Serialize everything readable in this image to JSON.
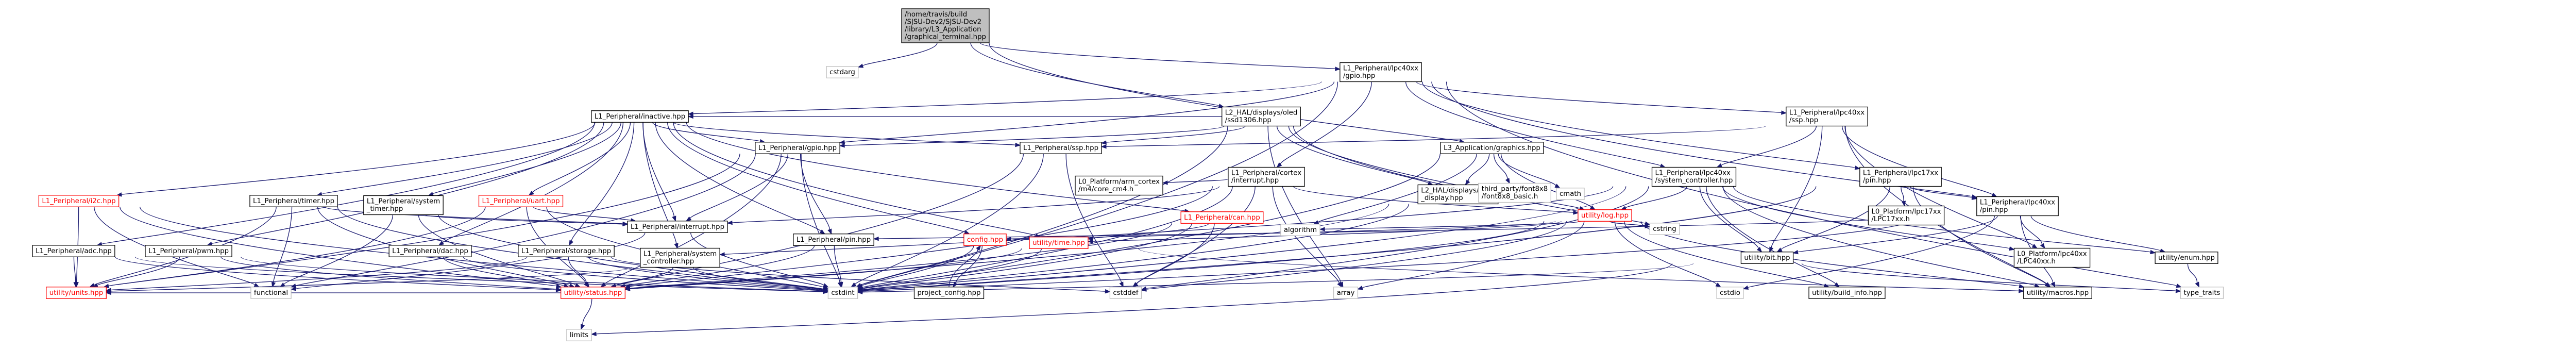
{
  "graph": {
    "root": "graphical_terminal",
    "nodes": [
      {
        "id": "graphical_terminal",
        "kind": "root",
        "lines": [
          "/home/travis/build",
          "/SJSU-Dev2/SJSU-Dev2",
          "/library/L3_Application",
          "/graphical_terminal.hpp"
        ]
      },
      {
        "id": "cstdarg",
        "kind": "plain",
        "lines": [
          "cstdarg"
        ]
      },
      {
        "id": "lpc40xx_gpio",
        "kind": "linked",
        "lines": [
          "L1_Peripheral/lpc40xx",
          "/gpio.hpp"
        ]
      },
      {
        "id": "ssd1306",
        "kind": "linked",
        "lines": [
          "L2_HAL/displays/oled",
          "/ssd1306.hpp"
        ]
      },
      {
        "id": "graphics",
        "kind": "linked",
        "lines": [
          "L3_Application/graphics.hpp"
        ]
      },
      {
        "id": "inactive",
        "kind": "linked",
        "lines": [
          "L1_Peripheral/inactive.hpp"
        ]
      },
      {
        "id": "lpc40xx_ssp",
        "kind": "linked",
        "lines": [
          "L1_Peripheral/lpc40xx",
          "/ssp.hpp"
        ]
      },
      {
        "id": "cortex_interrupt",
        "kind": "linked",
        "lines": [
          "L1_Peripheral/cortex",
          "/interrupt.hpp"
        ]
      },
      {
        "id": "lpc40xx_system_controller",
        "kind": "linked",
        "lines": [
          "L1_Peripheral/lpc40xx",
          "/system_controller.hpp"
        ]
      },
      {
        "id": "lpc17xx_pin",
        "kind": "linked",
        "lines": [
          "L1_Peripheral/lpc17xx",
          "/pin.hpp"
        ]
      },
      {
        "id": "gpio",
        "kind": "linked",
        "lines": [
          "L1_Peripheral/gpio.hpp"
        ]
      },
      {
        "id": "ssp",
        "kind": "linked",
        "lines": [
          "L1_Peripheral/ssp.hpp"
        ]
      },
      {
        "id": "arm_cortex",
        "kind": "linked",
        "lines": [
          "L0_Platform/arm_cortex",
          "/m4/core_cm4.h"
        ]
      },
      {
        "id": "can",
        "kind": "red",
        "lines": [
          "L1_Peripheral/can.hpp"
        ]
      },
      {
        "id": "pixel_display",
        "kind": "linked",
        "lines": [
          "L2_HAL/displays/pixel",
          "_display.hpp"
        ]
      },
      {
        "id": "font8x8",
        "kind": "plain",
        "lines": [
          "third_party/font8x8",
          "/font8x8_basic.h"
        ]
      },
      {
        "id": "cmath",
        "kind": "plain",
        "lines": [
          "cmath"
        ]
      },
      {
        "id": "log",
        "kind": "red",
        "lines": [
          "utility/log.hpp"
        ]
      },
      {
        "id": "lpc17xx_h",
        "kind": "linked",
        "lines": [
          "L0_Platform/lpc17xx",
          "/LPC17xx.h"
        ]
      },
      {
        "id": "lpc40xx_pin",
        "kind": "linked",
        "lines": [
          "L1_Peripheral/lpc40xx",
          "/pin.hpp"
        ]
      },
      {
        "id": "adc",
        "kind": "linked",
        "lines": [
          "L1_Peripheral/adc.hpp"
        ]
      },
      {
        "id": "pwm",
        "kind": "linked",
        "lines": [
          "L1_Peripheral/pwm.hpp"
        ]
      },
      {
        "id": "i2c",
        "kind": "red",
        "lines": [
          "L1_Peripheral/i2c.hpp"
        ]
      },
      {
        "id": "timer",
        "kind": "linked",
        "lines": [
          "L1_Peripheral/timer.hpp"
        ]
      },
      {
        "id": "system_timer",
        "kind": "linked",
        "lines": [
          "L1_Peripheral/system",
          "_timer.hpp"
        ]
      },
      {
        "id": "uart",
        "kind": "red",
        "lines": [
          "L1_Peripheral/uart.hpp"
        ]
      },
      {
        "id": "dac",
        "kind": "linked",
        "lines": [
          "L1_Peripheral/dac.hpp"
        ]
      },
      {
        "id": "storage",
        "kind": "linked",
        "lines": [
          "L1_Peripheral/storage.hpp"
        ]
      },
      {
        "id": "system_controller",
        "kind": "linked",
        "lines": [
          "L1_Peripheral/system",
          "_controller.hpp"
        ]
      },
      {
        "id": "interrupt",
        "kind": "linked",
        "lines": [
          "L1_Peripheral/interrupt.hpp"
        ]
      },
      {
        "id": "pin",
        "kind": "linked",
        "lines": [
          "L1_Peripheral/pin.hpp"
        ]
      },
      {
        "id": "config",
        "kind": "red",
        "lines": [
          "config.hpp"
        ]
      },
      {
        "id": "time",
        "kind": "red",
        "lines": [
          "utility/time.hpp"
        ]
      },
      {
        "id": "algorithm",
        "kind": "plain",
        "lines": [
          "algorithm"
        ]
      },
      {
        "id": "cstring",
        "kind": "plain",
        "lines": [
          "cstring"
        ]
      },
      {
        "id": "bit",
        "kind": "linked",
        "lines": [
          "utility/bit.hpp"
        ]
      },
      {
        "id": "lpc40xx_h",
        "kind": "linked",
        "lines": [
          "L0_Platform/lpc40xx",
          "/LPC40xx.h"
        ]
      },
      {
        "id": "enum",
        "kind": "linked",
        "lines": [
          "utility/enum.hpp"
        ]
      },
      {
        "id": "units",
        "kind": "red",
        "lines": [
          "utility/units.hpp"
        ]
      },
      {
        "id": "functional",
        "kind": "plain",
        "lines": [
          "functional"
        ]
      },
      {
        "id": "status",
        "kind": "red",
        "lines": [
          "utility/status.hpp"
        ]
      },
      {
        "id": "cstdint",
        "kind": "plain",
        "lines": [
          "cstdint"
        ]
      },
      {
        "id": "cstddef",
        "kind": "plain",
        "lines": [
          "cstddef"
        ]
      },
      {
        "id": "project_config",
        "kind": "linked",
        "lines": [
          "project_config.hpp"
        ]
      },
      {
        "id": "array",
        "kind": "plain",
        "lines": [
          "array"
        ]
      },
      {
        "id": "cstdio",
        "kind": "plain",
        "lines": [
          "cstdio"
        ]
      },
      {
        "id": "build_info",
        "kind": "linked",
        "lines": [
          "utility/build_info.hpp"
        ]
      },
      {
        "id": "macros",
        "kind": "linked",
        "lines": [
          "utility/macros.hpp"
        ]
      },
      {
        "id": "type_traits",
        "kind": "plain",
        "lines": [
          "type_traits"
        ]
      },
      {
        "id": "limits",
        "kind": "plain",
        "lines": [
          "limits"
        ]
      }
    ],
    "edges": [
      [
        "graphical_terminal",
        "cstdarg"
      ],
      [
        "graphical_terminal",
        "lpc40xx_gpio"
      ],
      [
        "graphical_terminal",
        "ssd1306"
      ],
      [
        "graphical_terminal",
        "graphics"
      ],
      [
        "lpc40xx_gpio",
        "inactive"
      ],
      [
        "lpc40xx_gpio",
        "gpio"
      ],
      [
        "lpc40xx_gpio",
        "lpc40xx_ssp"
      ],
      [
        "lpc40xx_gpio",
        "cortex_interrupt"
      ],
      [
        "lpc40xx_gpio",
        "lpc40xx_pin"
      ],
      [
        "lpc40xx_gpio",
        "lpc17xx_pin"
      ],
      [
        "lpc40xx_gpio",
        "lpc40xx_system_controller"
      ],
      [
        "lpc40xx_gpio",
        "cstdint"
      ],
      [
        "lpc40xx_gpio",
        "type_traits"
      ],
      [
        "ssd1306",
        "inactive"
      ],
      [
        "ssd1306",
        "gpio"
      ],
      [
        "ssd1306",
        "ssp"
      ],
      [
        "ssd1306",
        "pixel_display"
      ],
      [
        "ssd1306",
        "log"
      ],
      [
        "ssd1306",
        "cstdint"
      ],
      [
        "ssd1306",
        "array"
      ],
      [
        "ssd1306",
        "cstring"
      ],
      [
        "graphics",
        "pixel_display"
      ],
      [
        "graphics",
        "font8x8"
      ],
      [
        "graphics",
        "cmath"
      ],
      [
        "graphics",
        "log"
      ],
      [
        "graphics",
        "cstdint"
      ],
      [
        "graphics",
        "algorithm"
      ],
      [
        "inactive",
        "adc"
      ],
      [
        "inactive",
        "pwm"
      ],
      [
        "inactive",
        "i2c"
      ],
      [
        "inactive",
        "timer"
      ],
      [
        "inactive",
        "system_timer"
      ],
      [
        "inactive",
        "uart"
      ],
      [
        "inactive",
        "dac"
      ],
      [
        "inactive",
        "storage"
      ],
      [
        "inactive",
        "system_controller"
      ],
      [
        "inactive",
        "interrupt"
      ],
      [
        "inactive",
        "pin"
      ],
      [
        "inactive",
        "gpio"
      ],
      [
        "inactive",
        "ssp"
      ],
      [
        "inactive",
        "can"
      ],
      [
        "inactive",
        "config"
      ],
      [
        "inactive",
        "time"
      ],
      [
        "lpc40xx_ssp",
        "lpc40xx_pin"
      ],
      [
        "lpc40xx_ssp",
        "lpc40xx_system_controller"
      ],
      [
        "lpc40xx_ssp",
        "ssp"
      ],
      [
        "lpc40xx_ssp",
        "bit"
      ],
      [
        "lpc40xx_ssp",
        "lpc40xx_h"
      ],
      [
        "lpc40xx_ssp",
        "macros"
      ],
      [
        "cortex_interrupt",
        "arm_cortex"
      ],
      [
        "cortex_interrupt",
        "interrupt"
      ],
      [
        "cortex_interrupt",
        "log"
      ],
      [
        "cortex_interrupt",
        "status"
      ],
      [
        "cortex_interrupt",
        "cstdint"
      ],
      [
        "cortex_interrupt",
        "cstddef"
      ],
      [
        "cortex_interrupt",
        "array"
      ],
      [
        "lpc40xx_system_controller",
        "system_controller"
      ],
      [
        "lpc40xx_system_controller",
        "bit"
      ],
      [
        "lpc40xx_system_controller",
        "enum"
      ],
      [
        "lpc40xx_system_controller",
        "lpc40xx_h"
      ],
      [
        "lpc40xx_system_controller",
        "log"
      ],
      [
        "lpc40xx_system_controller",
        "build_info"
      ],
      [
        "lpc40xx_system_controller",
        "macros"
      ],
      [
        "lpc40xx_system_controller",
        "cstdint"
      ],
      [
        "lpc40xx_system_controller",
        "cstddef"
      ],
      [
        "lpc17xx_pin",
        "lpc40xx_pin"
      ],
      [
        "lpc17xx_pin",
        "lpc17xx_h"
      ],
      [
        "lpc17xx_pin",
        "bit"
      ],
      [
        "lpc17xx_pin",
        "macros"
      ],
      [
        "lpc17xx_pin",
        "cstdint"
      ],
      [
        "lpc40xx_pin",
        "lpc40xx_h"
      ],
      [
        "lpc40xx_pin",
        "pin"
      ],
      [
        "lpc40xx_pin",
        "enum"
      ],
      [
        "lpc40xx_pin",
        "bit"
      ],
      [
        "lpc40xx_pin",
        "macros"
      ],
      [
        "lpc40xx_pin",
        "cstdio"
      ],
      [
        "lpc40xx_pin",
        "cstdint"
      ],
      [
        "gpio",
        "interrupt"
      ],
      [
        "gpio",
        "pin"
      ],
      [
        "gpio",
        "functional"
      ],
      [
        "gpio",
        "status"
      ],
      [
        "gpio",
        "units"
      ],
      [
        "gpio",
        "cstdint"
      ],
      [
        "ssp",
        "status"
      ],
      [
        "ssp",
        "cstdint"
      ],
      [
        "ssp",
        "cstddef"
      ],
      [
        "can",
        "status"
      ],
      [
        "can",
        "cstdint"
      ],
      [
        "can",
        "cstddef"
      ],
      [
        "can",
        "time"
      ],
      [
        "pixel_display",
        "status"
      ],
      [
        "pixel_display",
        "cstdint"
      ],
      [
        "log",
        "cstdio"
      ],
      [
        "log",
        "cstring"
      ],
      [
        "log",
        "config"
      ],
      [
        "log",
        "time"
      ],
      [
        "log",
        "build_info"
      ],
      [
        "log",
        "macros"
      ],
      [
        "log",
        "algorithm"
      ],
      [
        "log",
        "array"
      ],
      [
        "log",
        "cstdint"
      ],
      [
        "log",
        "cstddef"
      ],
      [
        "adc",
        "units"
      ],
      [
        "adc",
        "status"
      ],
      [
        "adc",
        "cstdint"
      ],
      [
        "pwm",
        "units"
      ],
      [
        "pwm",
        "status"
      ],
      [
        "pwm",
        "cstdint"
      ],
      [
        "i2c",
        "status"
      ],
      [
        "i2c",
        "units"
      ],
      [
        "i2c",
        "cstdint"
      ],
      [
        "i2c",
        "functional"
      ],
      [
        "timer",
        "functional"
      ],
      [
        "timer",
        "status"
      ],
      [
        "timer",
        "interrupt"
      ],
      [
        "timer",
        "units"
      ],
      [
        "timer",
        "cstdint"
      ],
      [
        "system_timer",
        "functional"
      ],
      [
        "system_timer",
        "status"
      ],
      [
        "system_timer",
        "interrupt"
      ],
      [
        "system_timer",
        "cstdint"
      ],
      [
        "uart",
        "status"
      ],
      [
        "uart",
        "interrupt"
      ],
      [
        "uart",
        "cstdint"
      ],
      [
        "uart",
        "units"
      ],
      [
        "dac",
        "status"
      ],
      [
        "dac",
        "cstdint"
      ],
      [
        "storage",
        "status"
      ],
      [
        "storage",
        "units"
      ],
      [
        "storage",
        "cstdint"
      ],
      [
        "storage",
        "cstddef"
      ],
      [
        "system_controller",
        "units"
      ],
      [
        "system_controller",
        "status"
      ],
      [
        "system_controller",
        "cstdint"
      ],
      [
        "interrupt",
        "functional"
      ],
      [
        "interrupt",
        "cstdint"
      ],
      [
        "pin",
        "status"
      ],
      [
        "pin",
        "cstdint"
      ],
      [
        "config",
        "project_config"
      ],
      [
        "config",
        "cstdint"
      ],
      [
        "time",
        "status"
      ],
      [
        "time",
        "cstdint"
      ],
      [
        "time",
        "macros"
      ],
      [
        "bit",
        "cstdint"
      ],
      [
        "bit",
        "limits"
      ],
      [
        "bit",
        "type_traits"
      ],
      [
        "enum",
        "type_traits"
      ],
      [
        "status",
        "limits"
      ],
      [
        "status",
        "units"
      ],
      [
        "project_config",
        "config"
      ]
    ]
  }
}
